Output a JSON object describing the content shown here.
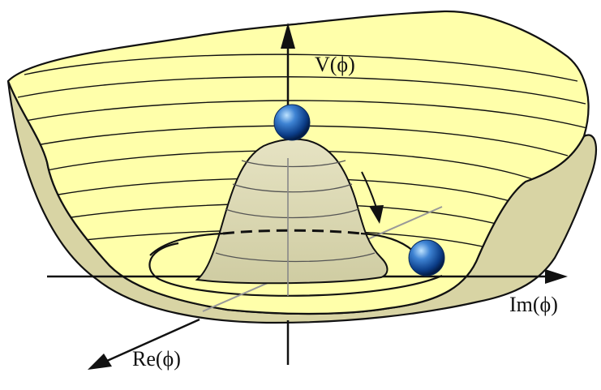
{
  "figure": {
    "axes": {
      "vertical_label": "V(ϕ)",
      "horizontal_label": "Im(ϕ)",
      "depth_label": "Re(ϕ)"
    },
    "colors": {
      "surface_inner": "#FFFFAA",
      "surface_outer": "#D8D4A4",
      "central_hump": "#D8D6AE",
      "contour_lines": "#111111",
      "axis_lines": "#111111",
      "balls": "#1A58B5"
    },
    "balls": [
      {
        "semantic": "unstable-equilibrium-at-peak"
      },
      {
        "semantic": "ball-in-trough"
      }
    ]
  }
}
